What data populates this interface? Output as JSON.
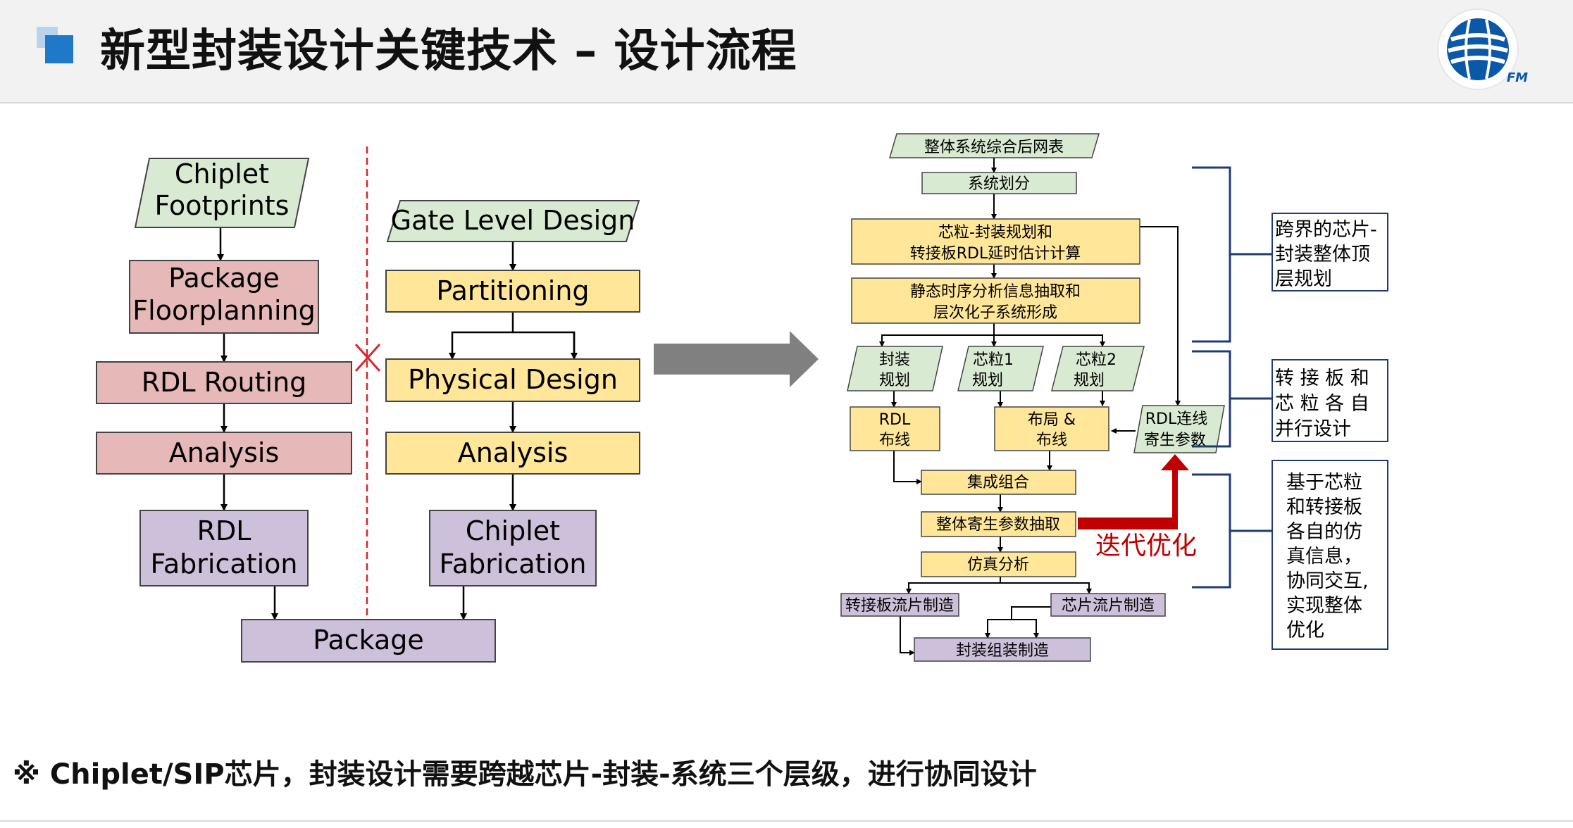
{
  "header": {
    "title": "新型封装设计关键技术 – 设计流程",
    "logo_text": "FM"
  },
  "colors": {
    "green": "#d9ead3",
    "pink": "#e6b8b7",
    "yellow": "#ffe699",
    "purple": "#ccc0da",
    "bracket_blue": "#1f3b73",
    "accent_red": "#c00000",
    "arrow_gray": "#808080"
  },
  "left_flow": {
    "chiplet_footprints": [
      "Chiplet",
      "Footprints"
    ],
    "package_floorplanning": [
      "Package",
      "Floorplanning"
    ],
    "rdl_routing": "RDL Routing",
    "analysis_left": "Analysis",
    "rdl_fabrication": [
      "RDL",
      "Fabrication"
    ],
    "gate_level_design": "Gate Level Design",
    "partitioning": "Partitioning",
    "physical_design": "Physical Design",
    "analysis_right": "Analysis",
    "chiplet_fabrication": [
      "Chiplet",
      "Fabrication"
    ],
    "package": "Package"
  },
  "right_flow": {
    "netlist": "整体系统综合后网表",
    "partition": "系统划分",
    "plan": [
      "芯粒-封装规划和",
      "转接板RDL延时估计计算"
    ],
    "sta": [
      "静态时序分析信息抽取和",
      "层次化子系统形成"
    ],
    "pkg_plan": [
      "封装",
      "规划"
    ],
    "die1_plan": [
      "芯粒1",
      "规划"
    ],
    "die2_plan": [
      "芯粒2",
      "规划"
    ],
    "rdl_route": [
      "RDL",
      "布线"
    ],
    "place_route": [
      "布局 &",
      "布线"
    ],
    "rdl_parasitic": [
      "RDL连线",
      "寄生参数"
    ],
    "integrate": "集成组合",
    "extract": "整体寄生参数抽取",
    "simulate": "仿真分析",
    "interposer_tapeout": "转接板流片制造",
    "chip_tapeout": "芯片流片制造",
    "assembly": "封装组装制造",
    "iterate": "迭代优化"
  },
  "annotations": {
    "top": [
      "跨界的芯片-",
      "封装整体顶",
      "层规划"
    ],
    "middle": [
      "转 接 板 和",
      "芯 粒 各 自",
      "并行设计"
    ],
    "bottom": [
      "基于芯粒",
      "和转接板",
      "各自的仿",
      "真信息，",
      "协同交互,",
      "实现整体",
      "优化"
    ]
  },
  "footer": {
    "note": "※  Chiplet/SIP芯片，封装设计需要跨越芯片-封装-系统三个层级，进行协同设计"
  }
}
